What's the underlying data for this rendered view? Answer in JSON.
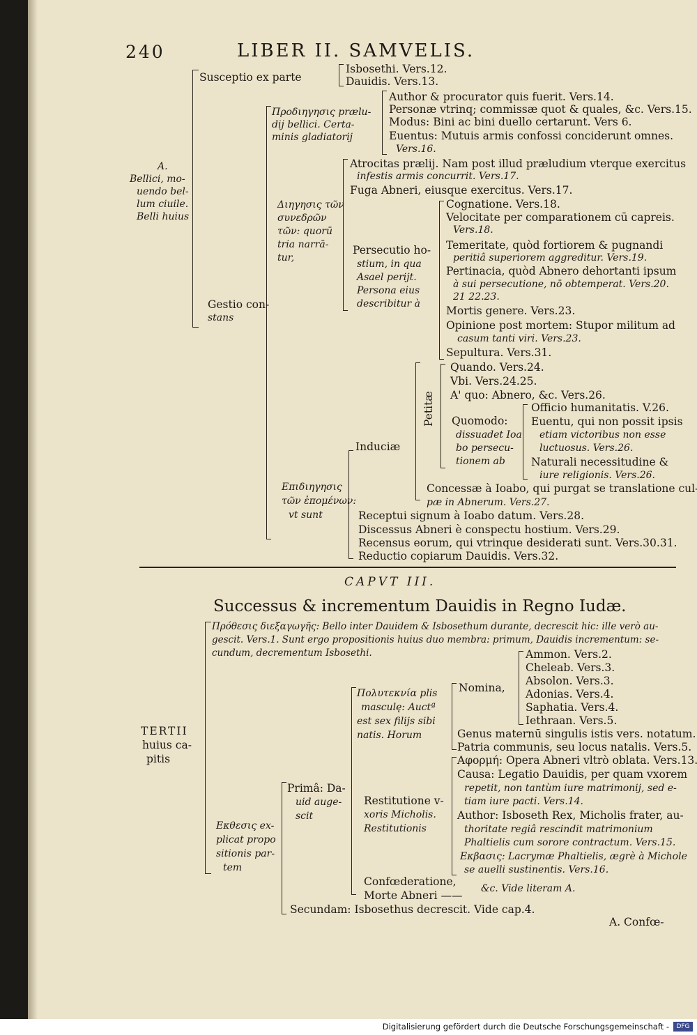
{
  "page": {
    "number": "240",
    "running_title": "LIBER II. SAMVELIS.",
    "footer_credit": "Digitalisierung gefördert durch die Deutsche Forschungsgemeinschaft -",
    "logo": "DFG"
  },
  "section_a": {
    "root": [
      "A.",
      "Bellici, mo-",
      "uendo bel-",
      "lum ciuile.",
      "Belli huius"
    ],
    "susceptio": "Susceptio ex parte",
    "susceptio_items": [
      "Isbosethi. Vers.12.",
      "Dauidis. Vers.13."
    ],
    "prelude_label": [
      "Προδιηγησις prælu-",
      "dij bellici. Certa-",
      "minis gladiatorij"
    ],
    "prelude_items": [
      "Author & procurator quis fuerit. Vers.14.",
      "Personæ vtrinq; commissæ quot & quales, &c. Vers.15.",
      "Modus: Bini ac bini duello certarunt. Vers 6.",
      "Euentus: Mutuis armis confossi conciderunt omnes.",
      "Vers.16."
    ],
    "gestio": [
      "Gestio con-",
      "stans"
    ],
    "narratio_label": [
      "Διηγησις τῶν",
      "συνεδρῶν",
      "τῶν: quorū",
      "tria narrā-",
      "tur,"
    ],
    "atrocitas": [
      "Atrocitas prælij. Nam post illud præludium vterque exercitus",
      "infestis armis concurrit. Vers.17."
    ],
    "fuga": "Fuga Abneri, eiusque exercitus. Vers.17.",
    "persecutio_label": [
      "Persecutio ho-",
      "stium, in qua",
      "Asael perijt.",
      "Persona eius",
      "describitur à"
    ],
    "persecutio_items": [
      "Cognatione. Vers.18.",
      "Velocitate per comparationem cū capreis.",
      "Vers.18.",
      "Temeritate, quòd fortiorem & pugnandi",
      "peritiâ superiorem aggreditur. Vers.19.",
      "Pertinacia, quòd Abnero dehortanti ipsum",
      "à sui persecutione, nō obtemperat. Vers.20.",
      "21 22.23.",
      "Mortis genere. Vers.23.",
      "Opinione post mortem: Stupor militum ad",
      "casum tanti viri. Vers.23.",
      "Sepultura. Vers.31."
    ],
    "epi_label": [
      "Επιδιηγησις",
      "τῶν ἐπομένων:",
      "vt sunt"
    ],
    "induciae": "Induciæ",
    "petitae": "Petitæ",
    "petitae_items": [
      "Quando. Vers.24.",
      "Vbi. Vers.24.25.",
      "A' quo: Abnero, &c. Vers.26."
    ],
    "quomodo_label": [
      "Quomodo:",
      "dissuadet Ioa",
      "bo persecu-",
      "tionem ab"
    ],
    "quomodo_items": [
      "Officio humanitatis. V.26.",
      "Euentu, qui non possit ipsis",
      "etiam victoribus non esse",
      "luctuosus. Vers.26.",
      "Naturali necessitudine &",
      "iure religionis. Vers.26."
    ],
    "concessae": [
      "Concessæ à Ioabo, qui purgat se translatione cul-",
      "pæ in Abnerum. Vers.27."
    ],
    "rest_items": [
      "Receptui signum à Ioabo datum. Vers.28.",
      "Discessus Abneri è conspectu hostium. Vers.29.",
      "Recensus eorum, qui vtrinque desiderati sunt. Vers.30.31.",
      "Reductio copiarum Dauidis. Vers.32."
    ]
  },
  "chapter": {
    "heading": "CAPVT III.",
    "title": "Successus & incrementum Dauidis in Regno Iudæ."
  },
  "section_b": {
    "root": [
      "TERTII",
      "huius ca-",
      "pitis"
    ],
    "prothesis": [
      "Πρόθεσις διεξαγωγῆς: Bello inter Dauidem & Isbosethum durante, decrescit hic: ille verò au-",
      "gescit. Vers.1. Sunt ergo propositionis huius duo membra: primum, Dauidis incrementum: se-",
      "cundum, decrementum Isbosethi."
    ],
    "ekthesis_label": [
      "Εκθεσις ex-",
      "plicat propo",
      "sitionis par-",
      "tem"
    ],
    "prima_label": [
      "Primâ: Da-",
      "uid auge-",
      "scit"
    ],
    "poly_label": [
      "Πολυτεκνία plis",
      "masculę: Auctª",
      "est sex filijs sibi",
      "natis. Horum"
    ],
    "nomina": "Nomina,",
    "nomina_items": [
      "Ammon. Vers.2.",
      "Cheleab. Vers.3.",
      "Absolon. Vers.3.",
      "Adonias. Vers.4.",
      "Saphatia. Vers.4.",
      "Iethraan. Vers.5."
    ],
    "genus": "Genus maternū singulis istis vers. notatum.",
    "patria": "Patria communis, seu locus natalis. Vers.5.",
    "rest_label": [
      "Restitutione v-",
      "xoris Micholis.",
      "Restitutionis"
    ],
    "rest_items": [
      "Αφορμή: Opera Abneri vltrò oblata. Vers.13.",
      "Causa: Legatio Dauidis, per quam vxorem",
      "repetit, non tantùm iure matrimonij, sed e-",
      "tiam iure pacti. Vers.14.",
      "Author: Isboseth Rex, Micholis frater, au-",
      "thoritate regiâ rescindit matrimonium",
      "Phaltielis cum sorore contractum. Vers.15.",
      "Εκβασις: Lacrymæ Phaltielis, ægrè à Michole",
      "se auelli sustinentis. Vers.16."
    ],
    "confoederatione": "Confœderatione,",
    "morte": "Morte Abneri ——",
    "vide": "&c. Vide literam A.",
    "secundam": "Secundam: Isbosethus decrescit. Vide cap.4.",
    "catchword": "A. Confœ-"
  }
}
